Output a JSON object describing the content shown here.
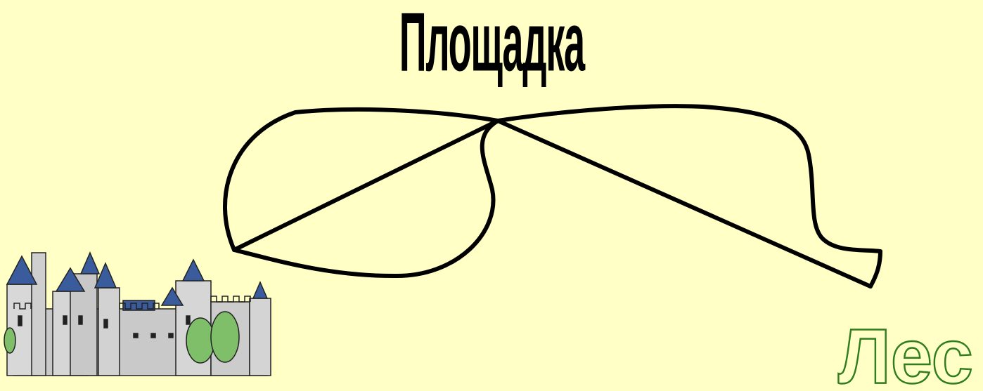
{
  "slide": {
    "title": "Площадка",
    "destination_label": "Лес",
    "colors": {
      "background": "#ffffc6",
      "title": "#000000",
      "route_stroke": "#000000",
      "destination_fill": "#ffffc6",
      "destination_stroke": "#2e7d1e",
      "castle_wall": "#c9c9c9",
      "castle_roof": "#3b5c9c",
      "tree": "#7fbf6a"
    },
    "icons": [
      "castle-icon",
      "forest-label"
    ]
  }
}
